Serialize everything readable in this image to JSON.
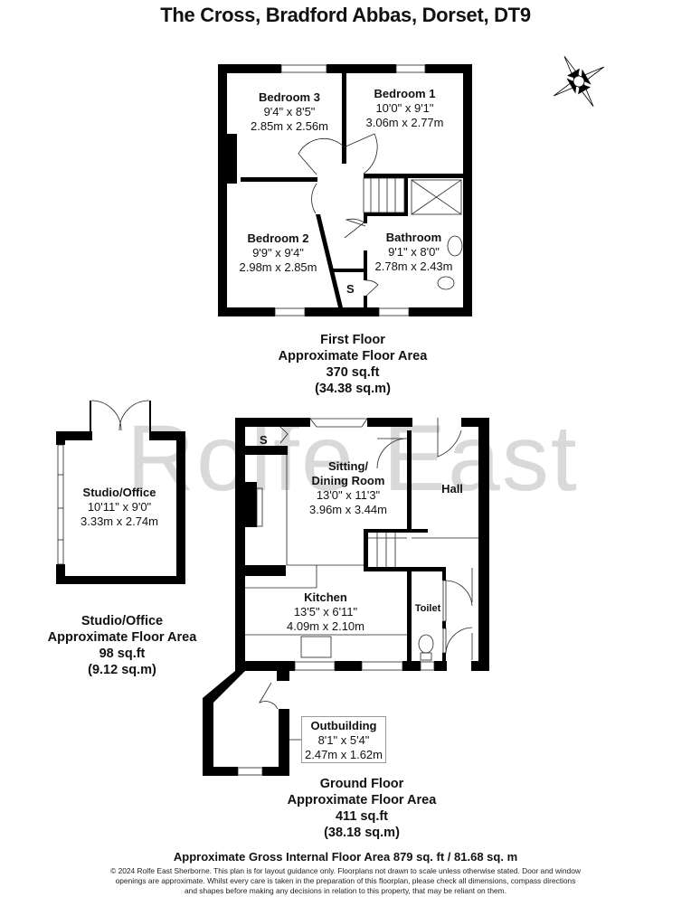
{
  "title": "The Cross, Bradford Abbas, Dorset, DT9",
  "watermark": "Rolfe East",
  "compass": {
    "icon": "compass-rose-icon"
  },
  "first_floor": {
    "rooms": [
      {
        "name": "Bedroom 3",
        "imperial": "9'4\" x 8'5\"",
        "metric": "2.85m x 2.56m"
      },
      {
        "name": "Bedroom 1",
        "imperial": "10'0\" x 9'1\"",
        "metric": "3.06m x 2.77m"
      },
      {
        "name": "Bedroom 2",
        "imperial": "9'9\" x 9'4\"",
        "metric": "2.98m x 2.85m"
      },
      {
        "name": "Bathroom",
        "imperial": "9'1\" x 8'0\"",
        "metric": "2.78m x 2.43m"
      }
    ],
    "storage_label": "S",
    "area": {
      "floor": "First Floor",
      "caption": "Approximate Floor Area",
      "sqft": "370 sq.ft",
      "sqm": "(34.38 sq.m)"
    }
  },
  "ground_floor": {
    "rooms": [
      {
        "name": "Sitting/",
        "name2": "Dining Room",
        "imperial": "13'0\" x 11'3\"",
        "metric": "3.96m x 3.44m"
      },
      {
        "name": "Hall"
      },
      {
        "name": "Kitchen",
        "imperial": "13'5\" x 6'11\"",
        "metric": "4.09m x 2.10m"
      },
      {
        "name": "Toilet"
      },
      {
        "name": "Outbuilding",
        "imperial": "8'1\" x 5'4\"",
        "metric": "2.47m x 1.62m"
      }
    ],
    "storage_label": "S",
    "area": {
      "floor": "Ground Floor",
      "caption": "Approximate Floor Area",
      "sqft": "411 sq.ft",
      "sqm": "(38.18 sq.m)"
    }
  },
  "studio": {
    "room": {
      "name": "Studio/Office",
      "imperial": "10'11\" x 9'0\"",
      "metric": "3.33m x 2.74m"
    },
    "area": {
      "floor": "Studio/Office",
      "caption": "Approximate Floor Area",
      "sqft": "98 sq.ft",
      "sqm": "(9.12 sq.m)"
    }
  },
  "gross": "Approximate Gross Internal Floor Area 879 sq. ft / 81.68 sq. m",
  "disclaimer": "© 2024 Rolfe East Sherborne. This plan is for layout guidance only. Floorplans not drawn to scale unless otherwise stated. Door and window openings are approximate. Whilst every care is taken in the preparation of this floorplan, please check all dimensions, compass directions and shapes before making any decisions in relation to this property, that may be reliant on them.",
  "colors": {
    "wall": "#000000",
    "watermark": "#d9d9d9",
    "background": "#ffffff"
  }
}
